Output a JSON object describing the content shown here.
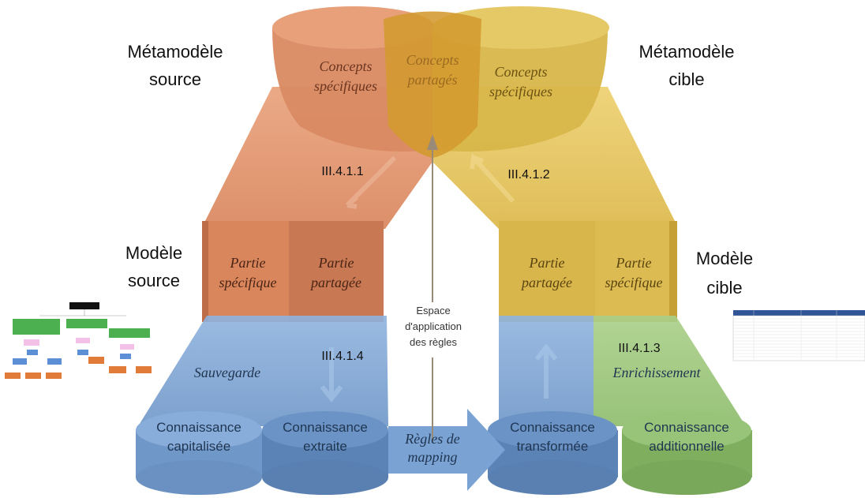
{
  "colors": {
    "orange": "#e39a73",
    "orange_dark": "#c8764f",
    "yellow": "#e8c95e",
    "yellow_dark": "#c9a43a",
    "shared": "#d59a2e",
    "blue": "#7fa7d6",
    "blue_dark": "#5f86b8",
    "green": "#9cc77b"
  },
  "labels": {
    "meta_source_1": "Métamodèle",
    "meta_source_2": "source",
    "meta_target_1": "Métamodèle",
    "meta_target_2": "cible",
    "model_source_1": "Modèle",
    "model_source_2": "source",
    "model_target_1": "Modèle",
    "model_target_2": "cible"
  },
  "top": {
    "concepts_specific_left_1": "Concepts",
    "concepts_specific_left_2": "spécifiques",
    "concepts_shared_1": "Concepts",
    "concepts_shared_2": "partagés",
    "concepts_specific_right_1": "Concepts",
    "concepts_specific_right_2": "spécifiques"
  },
  "sections": {
    "s1": "III.4.1.1",
    "s2": "III.4.1.2",
    "s3": "III.4.1.3",
    "s4": "III.4.1.4"
  },
  "middle": {
    "left_specific_1": "Partie",
    "left_specific_2": "spécifique",
    "left_shared_1": "Partie",
    "left_shared_2": "partagée",
    "right_shared_1": "Partie",
    "right_shared_2": "partagée",
    "right_specific_1": "Partie",
    "right_specific_2": "spécifique",
    "space_1": "Espace",
    "space_2": "d'application",
    "space_3": "des règles"
  },
  "bottom": {
    "save": "Sauvegarde",
    "enrich": "Enrichissement",
    "cap_1": "Connaissance",
    "cap_2": "capitalisée",
    "ext_1": "Connaissance",
    "ext_2": "extraite",
    "trans_1": "Connaissance",
    "trans_2": "transformée",
    "add_1": "Connaissance",
    "add_2": "additionnelle",
    "rules_1": "Règles de",
    "rules_2": "mapping"
  }
}
